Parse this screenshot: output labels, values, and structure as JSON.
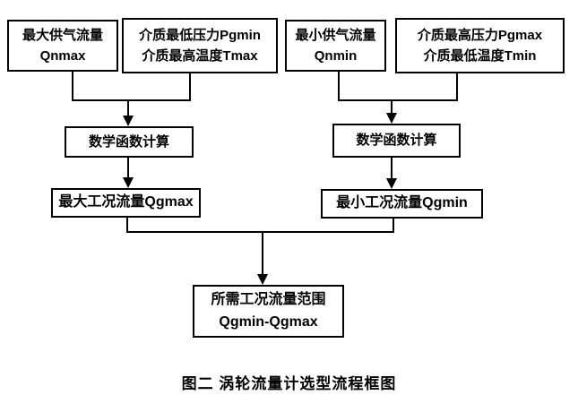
{
  "figure": {
    "caption": "图二  涡轮流量计选型流程框图"
  },
  "colors": {
    "line": "#000000",
    "text": "#000000",
    "background": "#ffffff"
  },
  "nodes": {
    "qnmax": {
      "line1": "最大供气流量",
      "line2": "Qnmax"
    },
    "pgmin_tmax": {
      "line1": "介质最低压力Pgmin",
      "line2": "介质最高温度Tmax"
    },
    "qnmin": {
      "line1": "最小供气流量",
      "line2": "Qnmin"
    },
    "pgmax_tmin": {
      "line1": "介质最高压力Pgmax",
      "line2": "介质最低温度Tmin"
    },
    "calc_left": {
      "label": "数学函数计算"
    },
    "calc_right": {
      "label": "数学函数计算"
    },
    "qgmax": {
      "label": "最大工况流量Qgmax"
    },
    "qgmin": {
      "label": "最小工况流量Qgmin"
    },
    "result": {
      "line1": "所需工况流量范围",
      "line2": "Qgmin-Qgmax"
    }
  },
  "edges": [
    "qnmax+pgmin_tmax -> calc_left",
    "qnmin+pgmax_tmin -> calc_right",
    "calc_left -> qgmax",
    "calc_right -> qgmin",
    "qgmax+qgmin -> result"
  ]
}
